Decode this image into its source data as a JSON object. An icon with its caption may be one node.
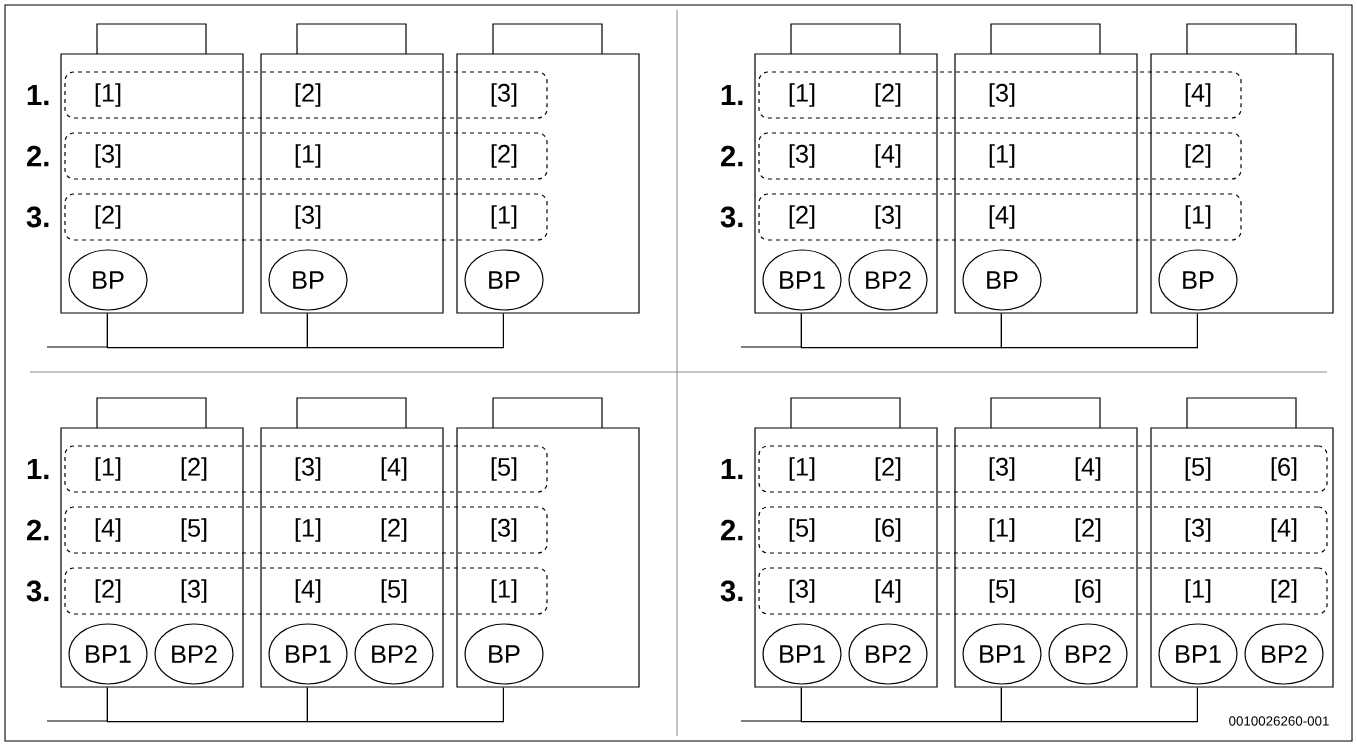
{
  "diagram": {
    "nodes": [
      {
        "text": [],
        "shape": "box"
      },
      {
        "text": [],
        "shape": "box"
      },
      {
        "text": [],
        "shape": "box"
      },
      {
        "text": [
          "1.",
          "[1]",
          "[2]",
          "[3]"
        ]
      },
      {
        "text": [
          "2.",
          "[3]",
          "[1]",
          "[2]"
        ]
      },
      {
        "text": [
          "3.",
          "[2]",
          "[3]",
          "[1]"
        ]
      },
      {
        "text": [
          "BP"
        ],
        "in": 0
      },
      {
        "text": [
          "BP"
        ],
        "in": 1
      },
      {
        "text": [
          "BP"
        ],
        "in": 2
      },
      {
        "text": [],
        "shape": "box"
      },
      {
        "text": [],
        "shape": "box"
      },
      {
        "text": [],
        "shape": "box"
      },
      {
        "text": [
          "1.",
          "[1]",
          "[2]",
          "[3]",
          "[4]"
        ]
      },
      {
        "text": [
          "2.",
          "[3]",
          "[4]",
          "[1]",
          "[2]"
        ]
      },
      {
        "text": [
          "3.",
          "[2]",
          "[3]",
          "[4]",
          "[1]"
        ]
      },
      {
        "text": [
          "BP1"
        ],
        "in": 9
      },
      {
        "text": [
          "BP2"
        ],
        "in": 9
      },
      {
        "text": [
          "BP"
        ],
        "in": 10
      },
      {
        "text": [
          "BP"
        ],
        "in": 11
      },
      {
        "text": [],
        "shape": "box"
      },
      {
        "text": [],
        "shape": "box"
      },
      {
        "text": [],
        "shape": "box"
      },
      {
        "text": [
          "1.",
          "[1]",
          "[2]",
          "[3]",
          "[4]",
          "[5]"
        ]
      },
      {
        "text": [
          "2.",
          "[4]",
          "[5]",
          "[1]",
          "[2]",
          "[3]"
        ]
      },
      {
        "text": [
          "3.",
          "[2]",
          "[3]",
          "[4]",
          "[5]",
          "[1]"
        ]
      },
      {
        "text": [
          "BP1"
        ],
        "in": 19
      },
      {
        "text": [
          "BP2"
        ],
        "in": 19
      },
      {
        "text": [
          "BP1"
        ],
        "in": 20
      },
      {
        "text": [
          "BP2"
        ],
        "in": 20
      },
      {
        "text": [
          "BP"
        ],
        "in": 21
      },
      {
        "text": [],
        "shape": "box"
      },
      {
        "text": [],
        "shape": "box"
      },
      {
        "text": [],
        "shape": "box"
      },
      {
        "text": [
          "1.",
          "[1]",
          "[2]",
          "[3]",
          "[4]",
          "[5]",
          "[6]"
        ]
      },
      {
        "text": [
          "2.",
          "[5]",
          "[6]",
          "[1]",
          "[2]",
          "[3]",
          "[4]"
        ]
      },
      {
        "text": [
          "3.",
          "[3]",
          "[4]",
          "[5]",
          "[6]",
          "[1]",
          "[2]"
        ]
      },
      {
        "text": [
          "BP1"
        ],
        "in": 30
      },
      {
        "text": [
          "BP2"
        ],
        "in": 30
      },
      {
        "text": [
          "BP1"
        ],
        "in": 31
      },
      {
        "text": [
          "BP2"
        ],
        "in": 31
      },
      {
        "text": [
          "BP1"
        ],
        "in": 32
      },
      {
        "text": [
          "BP2"
        ],
        "in": 32
      }
    ],
    "edges": [
      {
        "from": null,
        "to": 0,
        "arrow": "none"
      },
      {
        "from": 0,
        "to": 1,
        "arrow": "none"
      },
      {
        "from": 1,
        "to": 2,
        "arrow": "none"
      },
      {
        "from": null,
        "to": 9,
        "arrow": "none"
      },
      {
        "from": 9,
        "to": 10,
        "arrow": "none"
      },
      {
        "from": 10,
        "to": 11,
        "arrow": "none"
      },
      {
        "from": null,
        "to": 19,
        "arrow": "none"
      },
      {
        "from": 19,
        "to": 20,
        "arrow": "none"
      },
      {
        "from": 20,
        "to": 21,
        "arrow": "none"
      },
      {
        "from": null,
        "to": 30,
        "arrow": "none"
      },
      {
        "from": 30,
        "to": 31,
        "arrow": "none"
      },
      {
        "from": 31,
        "to": 32,
        "arrow": "none"
      }
    ],
    "labels": [
      "0010026260-001"
    ]
  }
}
